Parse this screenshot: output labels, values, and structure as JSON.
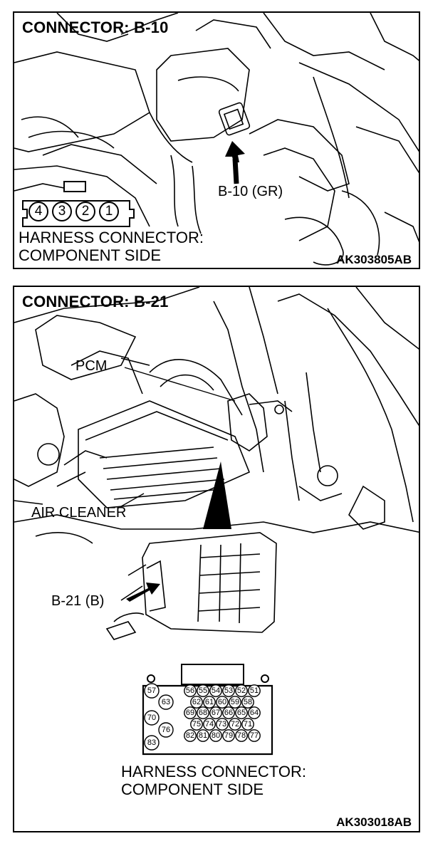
{
  "panel_top": {
    "title": "CONNECTOR: B-10",
    "callout": "B-10 (GR)",
    "connector_pins": [
      "4",
      "3",
      "2",
      "1"
    ],
    "caption_line1": "HARNESS CONNECTOR:",
    "caption_line2": "COMPONENT SIDE",
    "figure_code": "AK303805AB"
  },
  "panel_bottom": {
    "title": "CONNECTOR: B-21",
    "label_pcm": "PCM",
    "label_air_cleaner": "AIR CLEANER",
    "callout": "B-21 (B)",
    "connector_pins": {
      "row1": [
        "56",
        "55",
        "54",
        "53",
        "52",
        "51"
      ],
      "row2": [
        "62",
        "61",
        "60",
        "59",
        "58"
      ],
      "row3": [
        "69",
        "68",
        "67",
        "66",
        "65",
        "64"
      ],
      "row4": [
        "75",
        "74",
        "73",
        "72",
        "71"
      ],
      "row5": [
        "82",
        "81",
        "80",
        "79",
        "78",
        "77"
      ],
      "left_col": [
        "57",
        "63",
        "70",
        "76",
        "83"
      ]
    },
    "caption_line1": "HARNESS CONNECTOR:",
    "caption_line2": "COMPONENT SIDE",
    "figure_code": "AK303018AB"
  }
}
